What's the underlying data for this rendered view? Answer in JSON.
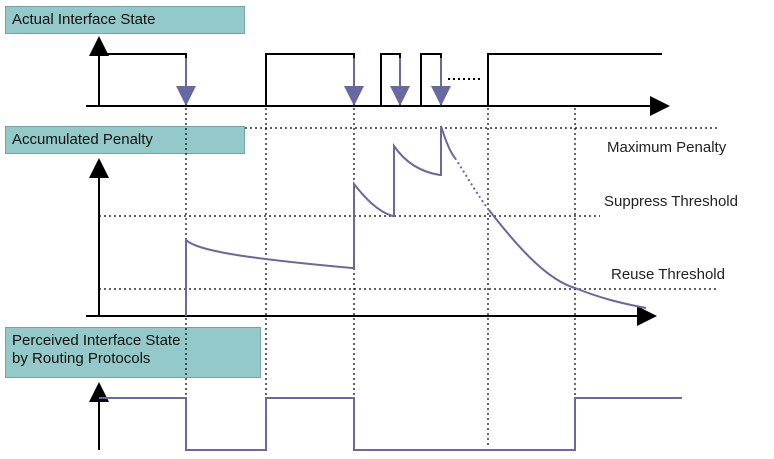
{
  "panels": {
    "actual": "Actual Interface State",
    "penalty": "Accumulated Penalty",
    "perceived_line1": "Perceived Interface State",
    "perceived_line2": "by Routing Protocols"
  },
  "thresholds": {
    "maximum": "Maximum Penalty",
    "suppress": "Suppress Threshold",
    "reuse": "Reuse Threshold"
  },
  "colors": {
    "box_fill": "#93c9c8",
    "signal": "#6a68a0",
    "axis": "#000000"
  }
}
